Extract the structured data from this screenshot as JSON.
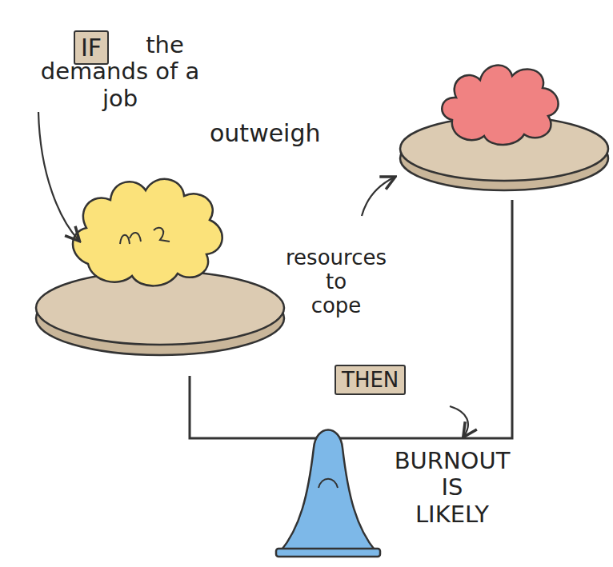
{
  "diagram": {
    "nodes": [
      {
        "text": [
          "IF"
        ]
      },
      {
        "text": [
          "THEN"
        ]
      }
    ],
    "labels": [
      "the demands of a job",
      "outweigh",
      "resources to cope",
      "BURNOUT IS LIKELY"
    ]
  }
}
